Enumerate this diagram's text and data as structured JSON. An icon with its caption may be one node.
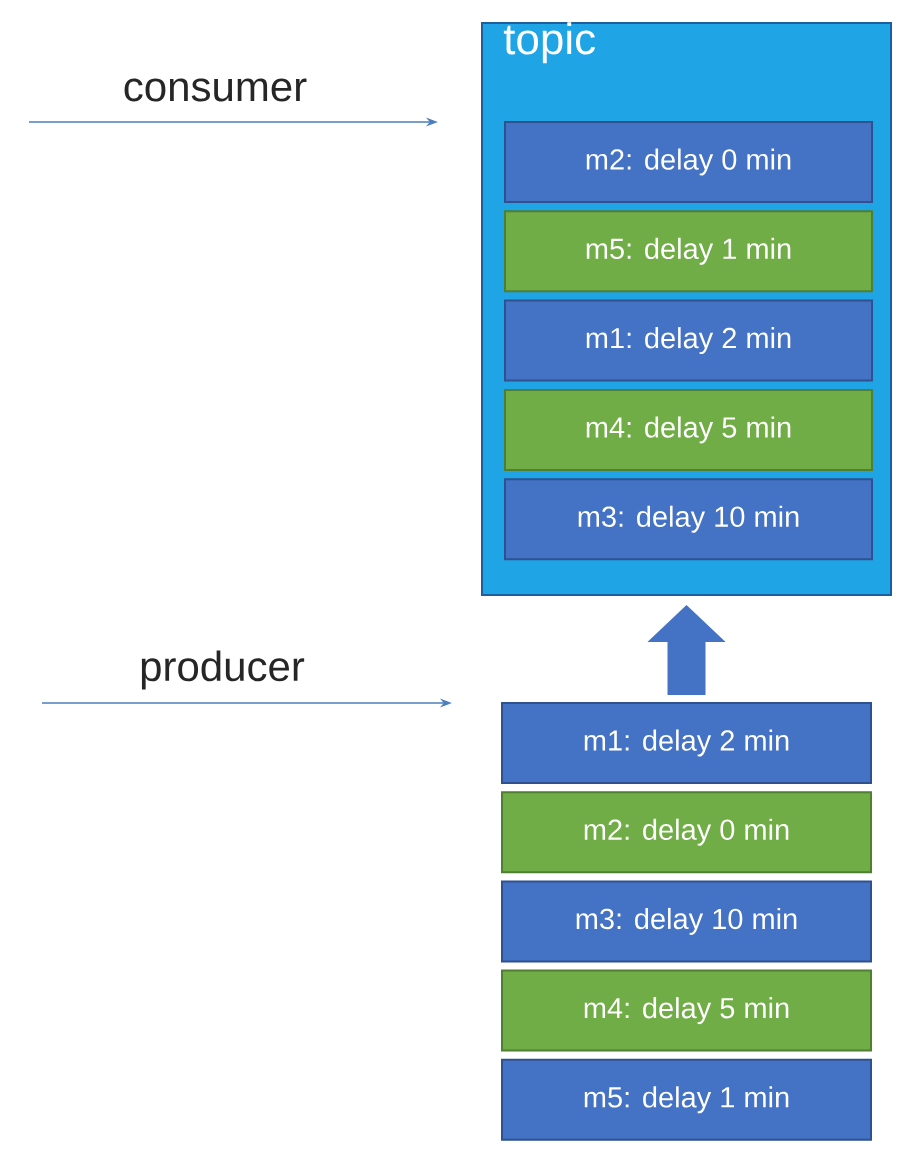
{
  "diagram": {
    "nodes": [
      {
        "text": [
          "topic"
        ]
      },
      {
        "text": [
          "m2: delay 0 min"
        ],
        "in": 0
      },
      {
        "text": [
          "m5: delay 1 min"
        ],
        "in": 0
      },
      {
        "text": [
          "m1: delay 2 min"
        ],
        "in": 0
      },
      {
        "text": [
          "m4: delay 5 min"
        ],
        "in": 0
      },
      {
        "text": [
          "m3: delay 10 min"
        ],
        "in": 0
      },
      {
        "text": [
          "m1: delay 2 min"
        ]
      },
      {
        "text": [
          "m2: delay 0 min"
        ]
      },
      {
        "text": [
          "m3: delay 10 min"
        ]
      },
      {
        "text": [
          "m4: delay 5 min"
        ]
      },
      {
        "text": [
          "m5: delay 1 min"
        ]
      }
    ],
    "edges": [
      {
        "from": null,
        "to": 0,
        "arrow": "to",
        "label": "consumer"
      },
      {
        "from": null,
        "to": 6,
        "arrow": "to",
        "label": "producer"
      },
      {
        "from": 6,
        "to": 0,
        "arrow": "to",
        "style": "thick"
      }
    ]
  }
}
